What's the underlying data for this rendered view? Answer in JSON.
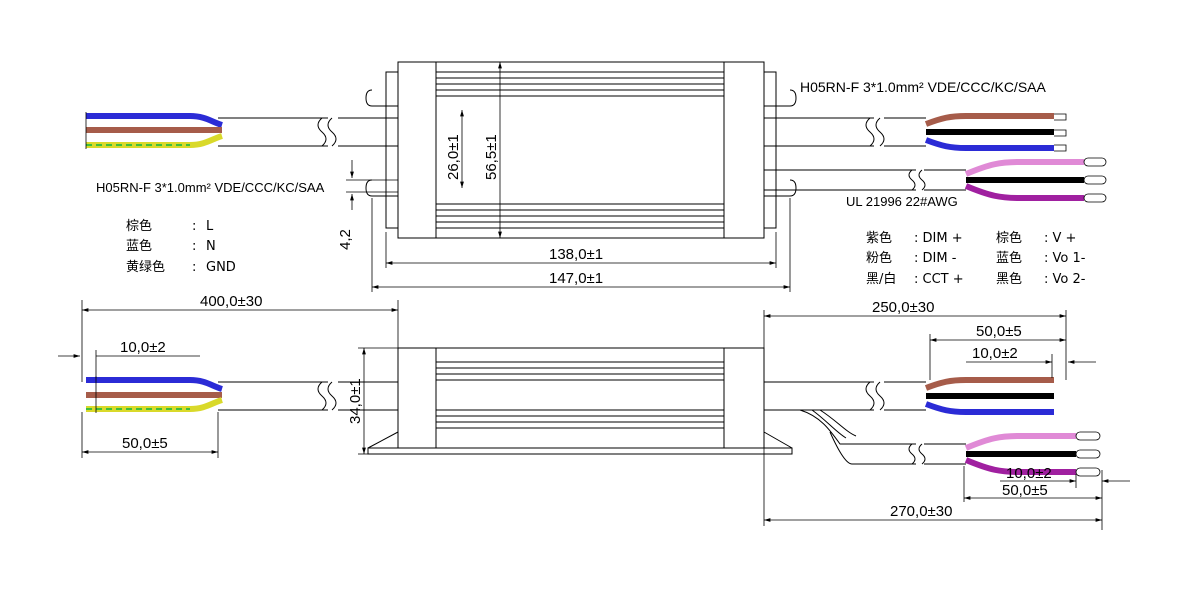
{
  "cable_spec_output": "H05RN-F   3*1.0mm² VDE/CCC/KC/SAA",
  "cable_spec_input": "H05RN-F  3*1.0mm² VDE/CCC/KC/SAA",
  "signal_cable_spec": "UL 21996  22#AWG",
  "input_legend": [
    {
      "color": "棕色",
      "sep": ":",
      "signal": "L"
    },
    {
      "color": "蓝色",
      "sep": ":",
      "signal": "N"
    },
    {
      "color": "黄绿色",
      "sep": ":",
      "signal": "GND"
    }
  ],
  "output_legend": [
    {
      "color1": "紫色",
      "signal1": ": DIM +",
      "color2": "棕色",
      "signal2": ": V +"
    },
    {
      "color1": "粉色",
      "signal1": ": DIM -",
      "color2": "蓝色",
      "signal2": ": Vo 1-"
    },
    {
      "color1": "黑/白",
      "signal1": ": CCT +",
      "color2": "黑色",
      "signal2": ": Vo 2-"
    }
  ],
  "dimensions": {
    "inner_height": "26,0±1",
    "outer_height": "56,5±1",
    "tab": "4,2",
    "body_length": "138,0±1",
    "total_length": "147,0±1",
    "input_cable": "400,0±30",
    "input_strip": "10,0±2",
    "input_jacket": "50,0±5",
    "side_height": "34,0±1",
    "output_cable": "250,0±30",
    "output_jacket": "50,0±5",
    "output_strip": "10,0±2",
    "signal_strip": "10,0±2",
    "signal_jacket": "50,0±5",
    "signal_cable": "270,0±30"
  },
  "wire_colors": {
    "blue": "#2b2bd6",
    "brown": "#a65c4a",
    "yellow": "#d9d92a",
    "green": "#3cbf3c",
    "black": "#000000",
    "pink": "#e08ad6",
    "purple": "#a020a0",
    "grey": "#8a8a8a"
  }
}
